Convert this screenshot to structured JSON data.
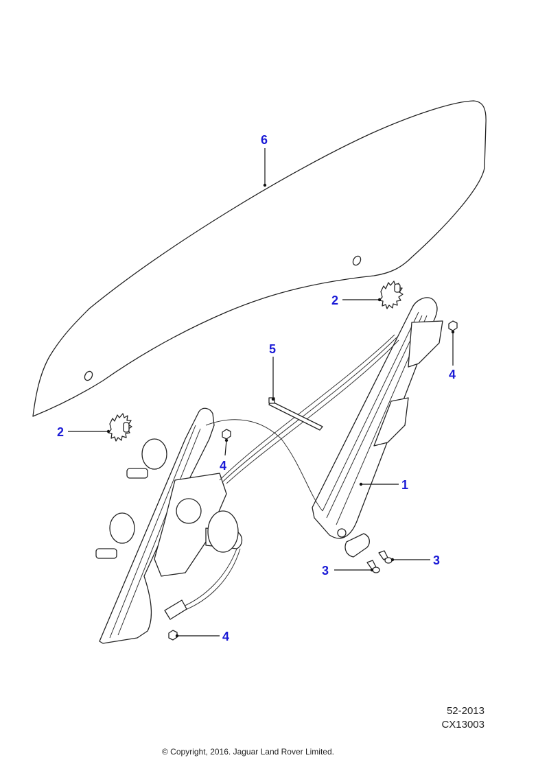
{
  "diagram": {
    "callouts": [
      {
        "id": "glass",
        "label": "6"
      },
      {
        "id": "clip-upper",
        "label": "2"
      },
      {
        "id": "nut-upper-right",
        "label": "4"
      },
      {
        "id": "clip-cable",
        "label": "5"
      },
      {
        "id": "clip-left",
        "label": "2"
      },
      {
        "id": "nut-middle",
        "label": "4"
      },
      {
        "id": "regulator",
        "label": "1"
      },
      {
        "id": "bolt-right",
        "label": "3"
      },
      {
        "id": "bolt-left",
        "label": "3"
      },
      {
        "id": "nut-lower",
        "label": "4"
      }
    ],
    "accent_color": "#1a1ad6"
  },
  "footer": {
    "ref_code": "52-2013",
    "illustration_code": "CX13003",
    "copyright": "© Copyright, 2016. Jaguar Land Rover Limited."
  }
}
